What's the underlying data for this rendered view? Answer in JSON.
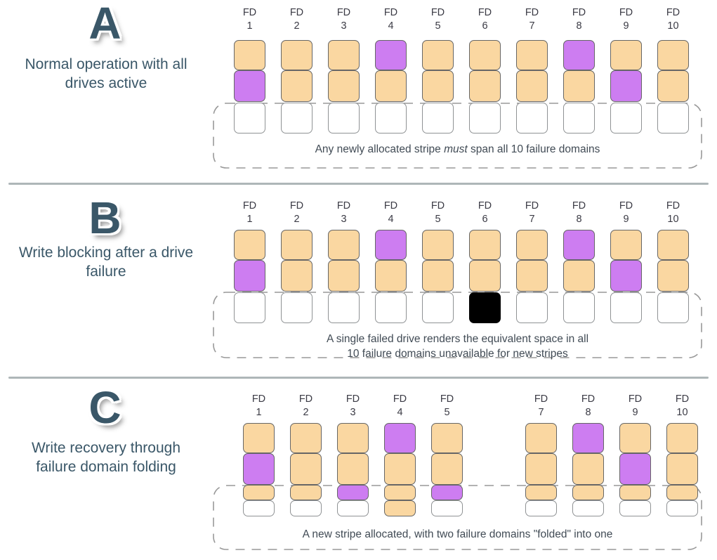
{
  "colors": {
    "orange_chunk": "#FAD7A1",
    "purple_chunk": "#CD7DF1",
    "failed_space": "#000000",
    "free_space": "#FFFFFF",
    "chunk_border": "#666666",
    "free_border": "#8F9294",
    "dashed_border": "#999999",
    "divider": "#AEB6B8",
    "heading_text": "#3A5768",
    "label_text": "#3B3B45",
    "caption_text": "#414B55"
  },
  "panels": [
    {
      "id": "A",
      "letter": "A",
      "title_lines": [
        "Normal operation with all",
        "drives active"
      ],
      "caption_lines": [
        [
          {
            "text": "Any newly allocated stripe "
          },
          {
            "text": "must",
            "italic": true
          },
          {
            "text": " span all 10 failure domains"
          }
        ]
      ],
      "columns": [
        {
          "label": "FD",
          "number": "1",
          "cells": [
            "orange",
            "purple",
            "free"
          ]
        },
        {
          "label": "FD",
          "number": "2",
          "cells": [
            "orange",
            "orange",
            "free"
          ]
        },
        {
          "label": "FD",
          "number": "3",
          "cells": [
            "orange",
            "orange",
            "free"
          ]
        },
        {
          "label": "FD",
          "number": "4",
          "cells": [
            "purple",
            "orange",
            "free"
          ]
        },
        {
          "label": "FD",
          "number": "5",
          "cells": [
            "orange",
            "orange",
            "free"
          ]
        },
        {
          "label": "FD",
          "number": "6",
          "cells": [
            "orange",
            "orange",
            "free"
          ]
        },
        {
          "label": "FD",
          "number": "7",
          "cells": [
            "orange",
            "orange",
            "free"
          ]
        },
        {
          "label": "FD",
          "number": "8",
          "cells": [
            "purple",
            "orange",
            "free"
          ]
        },
        {
          "label": "FD",
          "number": "9",
          "cells": [
            "orange",
            "purple",
            "free"
          ]
        },
        {
          "label": "FD",
          "number": "10",
          "cells": [
            "orange",
            "orange",
            "free"
          ]
        }
      ]
    },
    {
      "id": "B",
      "letter": "B",
      "title_lines": [
        "Write blocking after a drive",
        "failure"
      ],
      "caption_lines": [
        [
          {
            "text": "A single failed drive renders the equivalent space in all"
          }
        ],
        [
          {
            "text": "10 failure domains unavailable for new stripes"
          }
        ]
      ],
      "columns": [
        {
          "label": "FD",
          "number": "1",
          "cells": [
            "orange",
            "purple",
            "free"
          ]
        },
        {
          "label": "FD",
          "number": "2",
          "cells": [
            "orange",
            "orange",
            "free"
          ]
        },
        {
          "label": "FD",
          "number": "3",
          "cells": [
            "orange",
            "orange",
            "free"
          ]
        },
        {
          "label": "FD",
          "number": "4",
          "cells": [
            "purple",
            "orange",
            "free"
          ]
        },
        {
          "label": "FD",
          "number": "5",
          "cells": [
            "orange",
            "orange",
            "free"
          ]
        },
        {
          "label": "FD",
          "number": "6",
          "cells": [
            "orange",
            "orange",
            "failed"
          ]
        },
        {
          "label": "FD",
          "number": "7",
          "cells": [
            "orange",
            "orange",
            "free"
          ]
        },
        {
          "label": "FD",
          "number": "8",
          "cells": [
            "purple",
            "orange",
            "free"
          ]
        },
        {
          "label": "FD",
          "number": "9",
          "cells": [
            "orange",
            "purple",
            "free"
          ]
        },
        {
          "label": "FD",
          "number": "10",
          "cells": [
            "orange",
            "orange",
            "free"
          ]
        }
      ]
    },
    {
      "id": "C",
      "letter": "C",
      "title_lines": [
        "Write recovery through",
        "failure domain folding"
      ],
      "caption_lines": [
        [
          {
            "text": "A new stripe allocated, with two failure domains \"folded\" into one"
          }
        ]
      ],
      "columns": [
        {
          "label": "FD",
          "number": "1",
          "cells": [
            "orange",
            "purple",
            "orange",
            "free"
          ]
        },
        {
          "label": "FD",
          "number": "2",
          "cells": [
            "orange",
            "orange",
            "orange",
            "free"
          ]
        },
        {
          "label": "FD",
          "number": "3",
          "cells": [
            "orange",
            "orange",
            "purple",
            "free"
          ]
        },
        {
          "label": "FD",
          "number": "4",
          "cells": [
            "purple",
            "orange",
            "orange",
            "orange"
          ]
        },
        {
          "label": "FD",
          "number": "5",
          "cells": [
            "orange",
            "orange",
            "purple",
            "free"
          ]
        },
        {
          "label": "FD",
          "number": "7",
          "cells": [
            "orange",
            "orange",
            "orange",
            "free"
          ]
        },
        {
          "label": "FD",
          "number": "8",
          "cells": [
            "purple",
            "orange",
            "orange",
            "free"
          ]
        },
        {
          "label": "FD",
          "number": "9",
          "cells": [
            "orange",
            "purple",
            "orange",
            "free"
          ]
        },
        {
          "label": "FD",
          "number": "10",
          "cells": [
            "orange",
            "orange",
            "orange",
            "free"
          ]
        }
      ]
    }
  ]
}
